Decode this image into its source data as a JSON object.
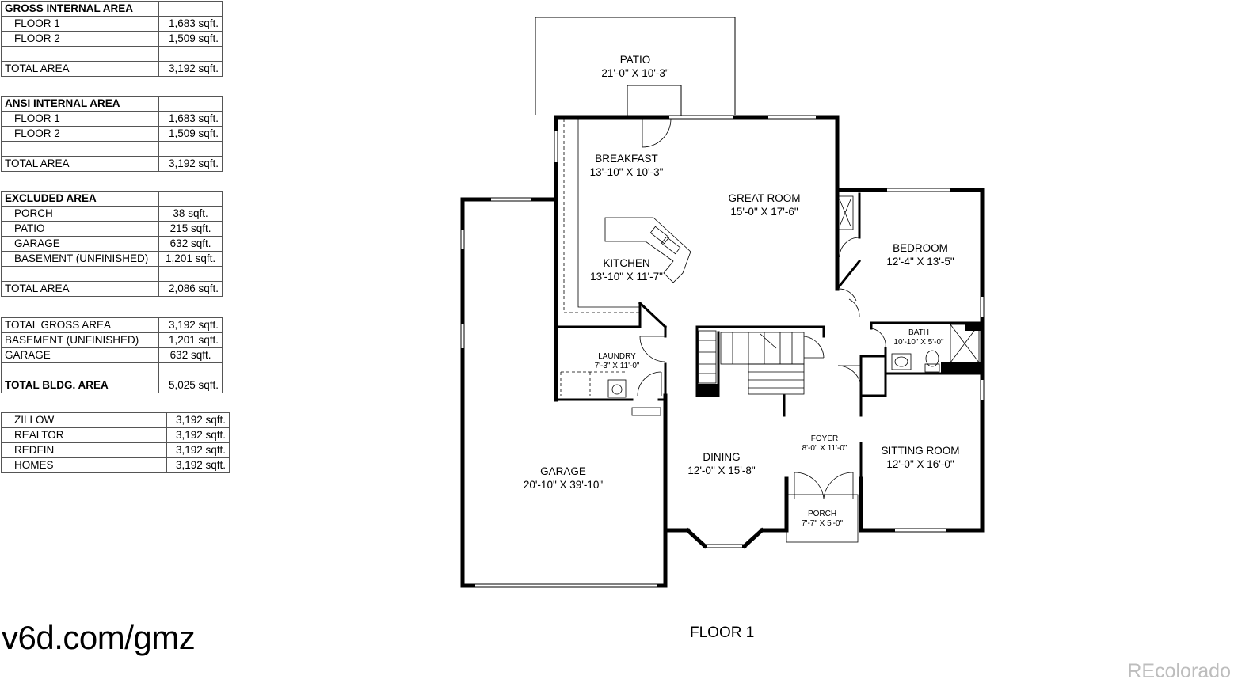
{
  "gross_internal_area": {
    "header": "GROSS INTERNAL AREA",
    "rows": [
      {
        "label": "FLOOR 1",
        "value": "1,683 sqft."
      },
      {
        "label": "FLOOR 2",
        "value": "1,509 sqft."
      }
    ],
    "total": {
      "label": "TOTAL AREA",
      "value": "3,192 sqft."
    }
  },
  "ansi_internal_area": {
    "header": "ANSI INTERNAL AREA",
    "rows": [
      {
        "label": "FLOOR 1",
        "value": "1,683 sqft."
      },
      {
        "label": "FLOOR 2",
        "value": "1,509 sqft."
      }
    ],
    "total": {
      "label": "TOTAL AREA",
      "value": "3,192 sqft."
    }
  },
  "excluded_area": {
    "header": "EXCLUDED AREA",
    "rows": [
      {
        "label": "PORCH",
        "value": "38 sqft."
      },
      {
        "label": "PATIO",
        "value": "215 sqft."
      },
      {
        "label": "GARAGE",
        "value": "632 sqft."
      },
      {
        "label": "BASEMENT (UNFINISHED)",
        "value": "1,201 sqft."
      }
    ],
    "total": {
      "label": "TOTAL AREA",
      "value": "2,086 sqft."
    }
  },
  "building_totals": {
    "rows": [
      {
        "label": "TOTAL GROSS AREA",
        "value": "3,192 sqft."
      },
      {
        "label": "BASEMENT (UNFINISHED)",
        "value": "1,201 sqft."
      },
      {
        "label": "GARAGE",
        "value": "632 sqft."
      }
    ],
    "total": {
      "label": "TOTAL BLDG. AREA",
      "value": "5,025 sqft."
    }
  },
  "listing_sites": {
    "rows": [
      {
        "label": "ZILLOW",
        "value": "3,192 sqft."
      },
      {
        "label": "REALTOR",
        "value": "3,192 sqft."
      },
      {
        "label": "REDFIN",
        "value": "3,192 sqft."
      },
      {
        "label": "HOMES",
        "value": "3,192 sqft."
      }
    ]
  },
  "rooms": {
    "patio": {
      "name": "PATIO",
      "dims": "21'-0\" X 10'-3\""
    },
    "breakfast": {
      "name": "BREAKFAST",
      "dims": "13'-10\" X 10'-3\""
    },
    "great_room": {
      "name": "GREAT ROOM",
      "dims": "15'-0\" X 17'-6\""
    },
    "bedroom": {
      "name": "BEDROOM",
      "dims": "12'-4\" X 13'-5\""
    },
    "kitchen": {
      "name": "KITCHEN",
      "dims": "13'-10\" X 11'-7\""
    },
    "laundry": {
      "name": "LAUNDRY",
      "dims": "7'-3\" X 11'-0\""
    },
    "bath": {
      "name": "BATH",
      "dims": "10'-10\" X 5'-0\""
    },
    "foyer": {
      "name": "FOYER",
      "dims": "8'-0\" X 11'-0\""
    },
    "sitting_room": {
      "name": "SITTING ROOM",
      "dims": "12'-0\" X 16'-0\""
    },
    "dining": {
      "name": "DINING",
      "dims": "12'-0\" X 15'-8\""
    },
    "garage": {
      "name": "GARAGE",
      "dims": "20'-10\" X 39'-10\""
    },
    "porch": {
      "name": "PORCH",
      "dims": "7'-7\" X 5'-0\""
    }
  },
  "floor_label": "FLOOR 1",
  "tour_url": "v6d.com/gmz",
  "watermark": "REcolorado"
}
